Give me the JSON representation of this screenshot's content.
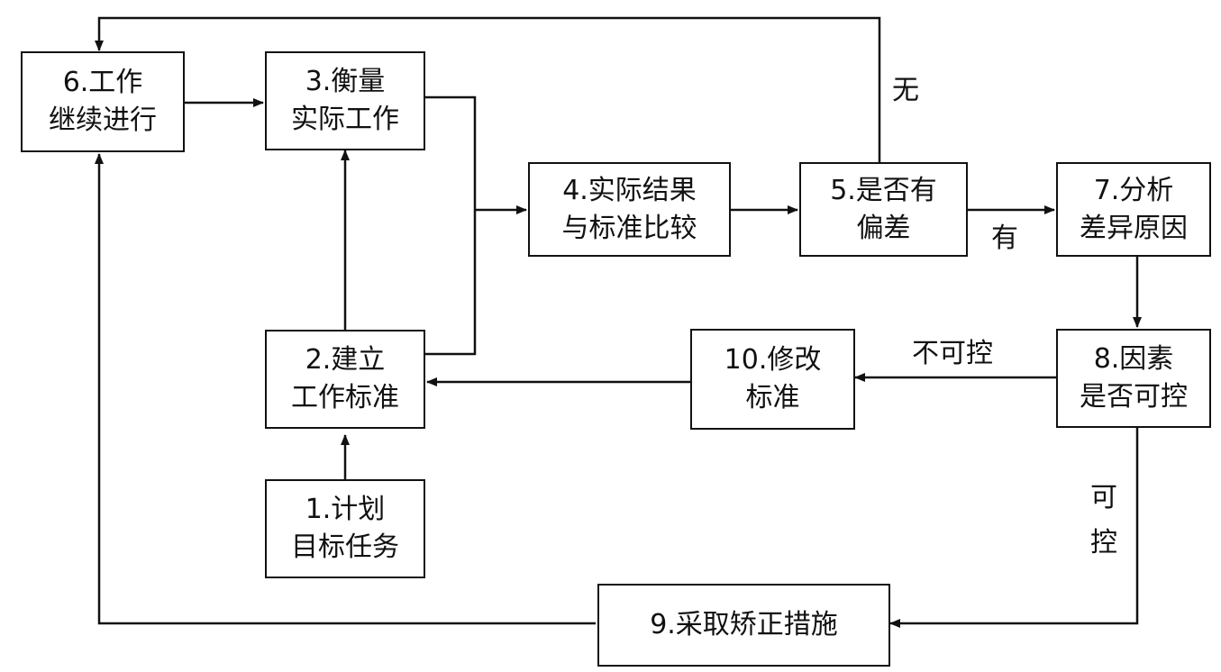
{
  "nodes": {
    "n1": {
      "line1": "1.计划",
      "line2": "目标任务"
    },
    "n2": {
      "line1": "2.建立",
      "line2": "工作标准"
    },
    "n3": {
      "line1": "3.衡量",
      "line2": "实际工作"
    },
    "n4": {
      "line1": "4.实际结果",
      "line2": "与标准比较"
    },
    "n5": {
      "line1": "5.是否有",
      "line2": "偏差"
    },
    "n6": {
      "line1": "6.工作",
      "line2": "继续进行"
    },
    "n7": {
      "line1": "7.分析",
      "line2": "差异原因"
    },
    "n8": {
      "line1": "8.因素",
      "line2": "是否可控"
    },
    "n9": {
      "line1": "9.采取矫正措施"
    },
    "n10": {
      "line1": "10.修改",
      "line2": "标准"
    }
  },
  "edge_labels": {
    "none": "无",
    "yes": "有",
    "uncontrollable": "不可控",
    "controllable_1": "可",
    "controllable_2": "控"
  }
}
